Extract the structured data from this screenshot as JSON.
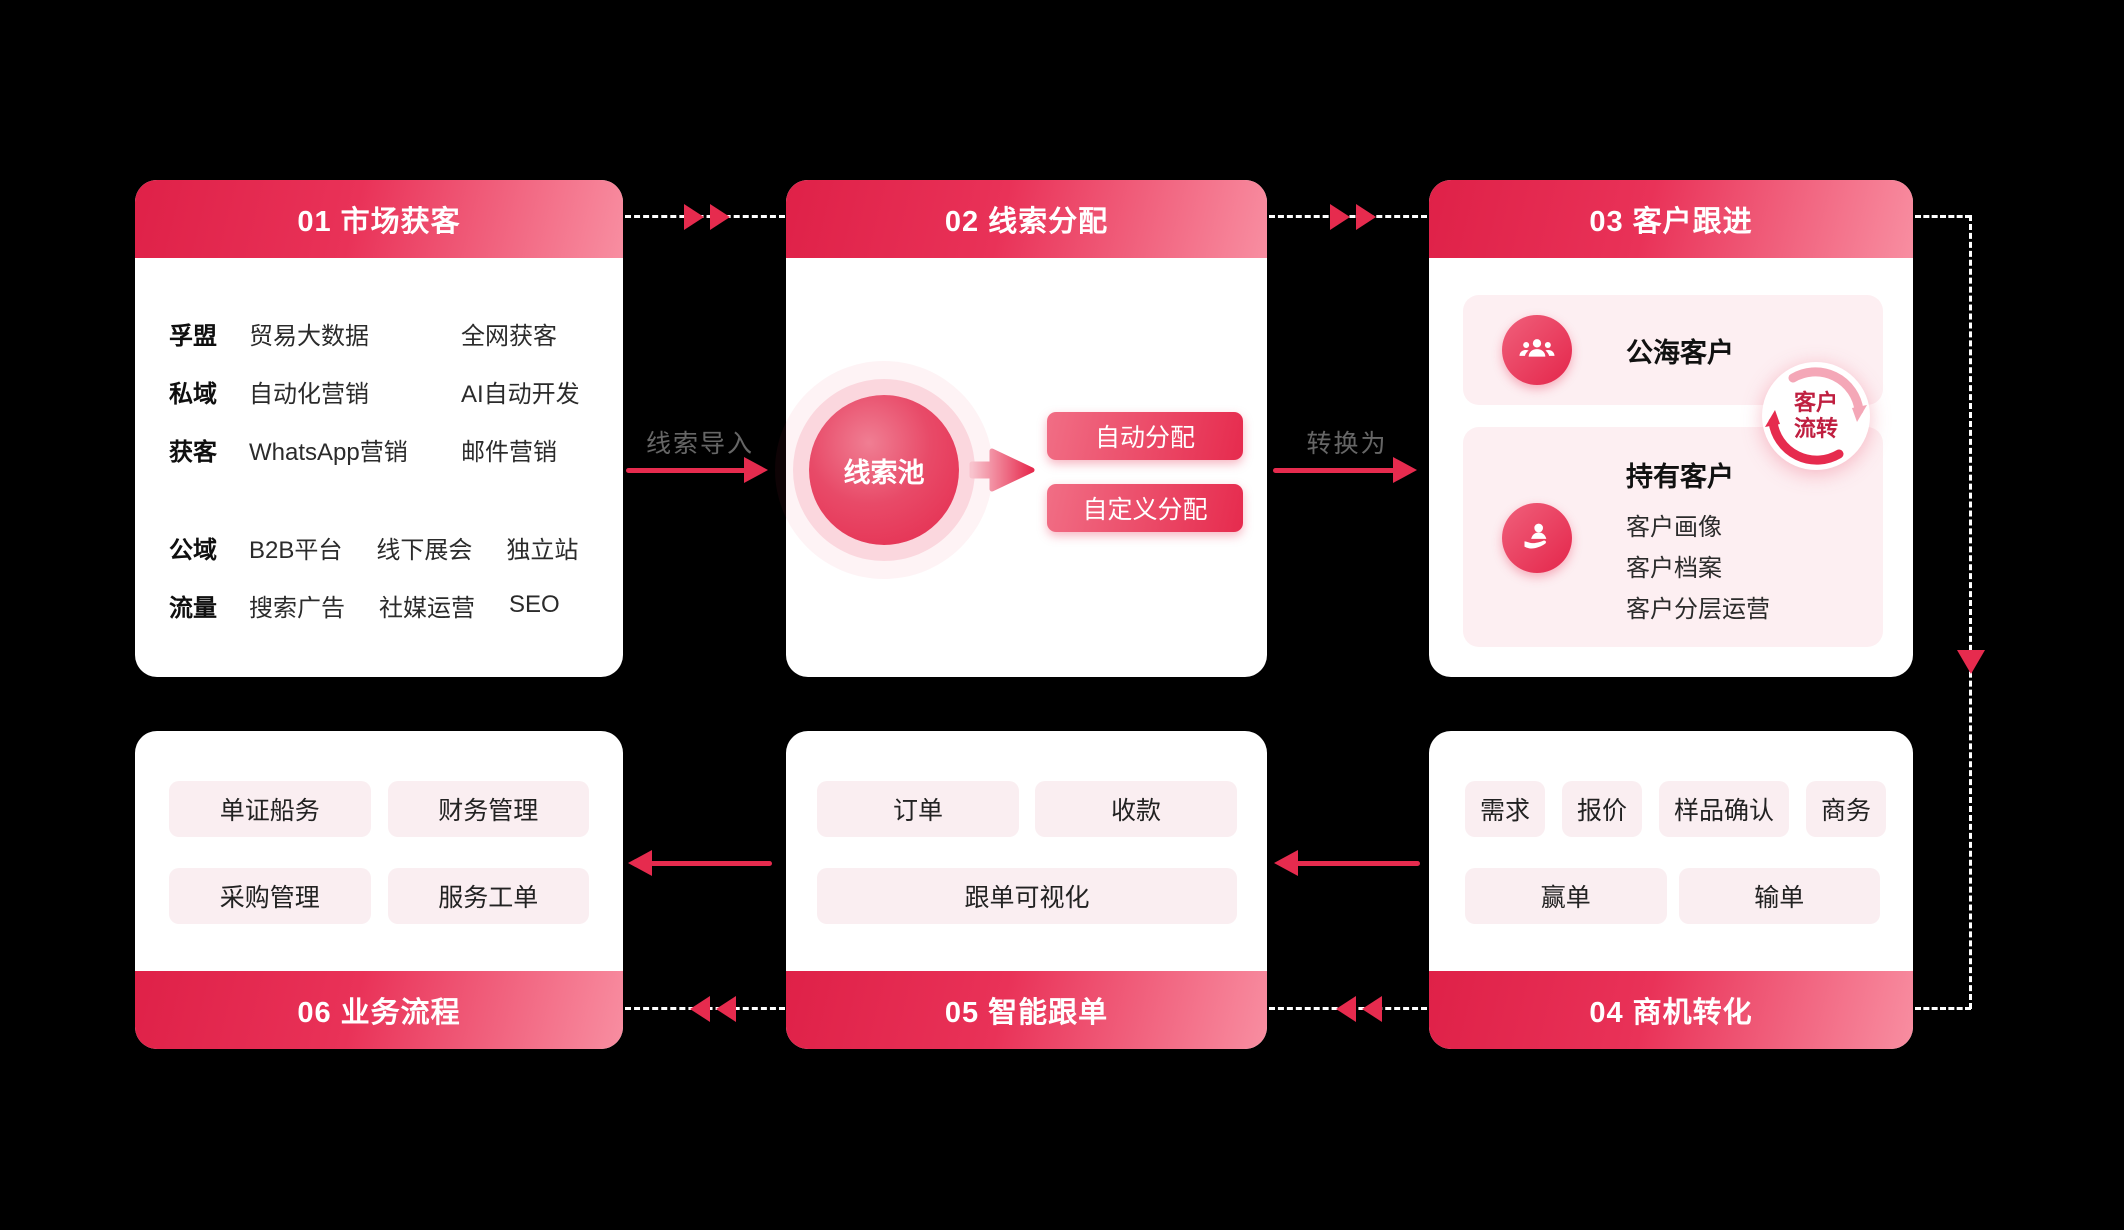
{
  "colors": {
    "accent": "#e62b4e",
    "header_gradient_from": "#df2148",
    "header_gradient_to": "#f88ea1",
    "chip_bg": "#faeef1",
    "panel_bg": "#fdeff2",
    "canvas_bg": "#000000"
  },
  "icons": {
    "public": "users-icon",
    "held": "customer-in-hand-icon",
    "cycle": "cycle-arrows-icon",
    "pool_arrow": "thick-arrow-right-icon",
    "chevron": "double-chevron-icon"
  },
  "cards": {
    "market": {
      "title": "01 市场获客",
      "groups": [
        {
          "rows": [
            {
              "label": "孚盟",
              "items": [
                "贸易大数据",
                "全网获客"
              ]
            },
            {
              "label": "私域",
              "items": [
                "自动化营销",
                "AI自动开发"
              ]
            },
            {
              "label": "获客",
              "items": [
                "WhatsApp营销",
                "邮件营销"
              ]
            }
          ]
        },
        {
          "rows": [
            {
              "label": "公域",
              "items": [
                "B2B平台",
                "线下展会",
                "独立站"
              ]
            },
            {
              "label": "流量",
              "items": [
                "搜索广告",
                "社媒运营",
                "SEO"
              ]
            }
          ]
        }
      ]
    },
    "leads": {
      "title": "02 线索分配",
      "pool_label": "线索池",
      "buttons": [
        "自动分配",
        "自定义分配"
      ]
    },
    "follow": {
      "title": "03 客户跟进",
      "public_label": "公海客户",
      "held_label": "持有客户",
      "held_items": [
        "客户画像",
        "客户档案",
        "客户分层运营"
      ],
      "cycle_badge": {
        "line1": "客户",
        "line2": "流转"
      }
    },
    "convert": {
      "title": "04 商机转化",
      "row1": [
        "需求",
        "报价",
        "样品确认",
        "商务"
      ],
      "row2": [
        "赢单",
        "输单"
      ]
    },
    "tracking": {
      "title": "05 智能跟单",
      "row1": [
        "订单",
        "收款"
      ],
      "row2": [
        "跟单可视化"
      ]
    },
    "process": {
      "title": "06 业务流程",
      "row1": [
        "单证船务",
        "财务管理"
      ],
      "row2": [
        "采购管理",
        "服务工单"
      ]
    }
  },
  "connectors": {
    "import_label": "线索导入",
    "convert_label": "转换为"
  }
}
